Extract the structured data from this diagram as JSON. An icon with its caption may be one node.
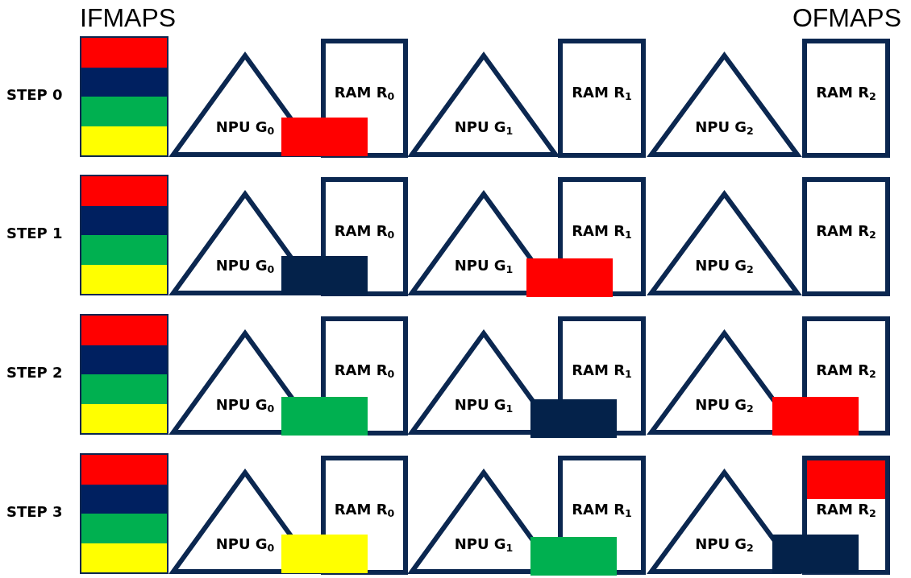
{
  "diagram": {
    "nodes": [
      {
        "text": [
          "NPU G$_{0}$"
        ]
      },
      {
        "text": [
          "RAM R$_{0}$"
        ]
      },
      {
        "text": [
          "NPU G$_{1}$"
        ]
      },
      {
        "text": [
          "RAM R$_{1}$"
        ]
      },
      {
        "text": [
          "NPU G$_{2}$"
        ]
      },
      {
        "text": [
          "RAM R$_{2}$"
        ]
      },
      {
        "text": [
          "NPU G$_{0}$"
        ]
      },
      {
        "text": [
          "RAM R$_{0}$"
        ]
      },
      {
        "text": [
          "NPU G$_{1}$"
        ]
      },
      {
        "text": [
          "RAM R$_{1}$"
        ]
      },
      {
        "text": [
          "NPU G$_{2}$"
        ]
      },
      {
        "text": [
          "RAM R$_{2}$"
        ]
      },
      {
        "text": [
          "NPU G$_{0}$"
        ]
      },
      {
        "text": [
          "RAM R$_{0}$"
        ]
      },
      {
        "text": [
          "NPU G$_{1}$"
        ]
      },
      {
        "text": [
          "RAM R$_{1}$"
        ]
      },
      {
        "text": [
          "NPU G$_{2}$"
        ]
      },
      {
        "text": [
          "RAM R$_{2}$"
        ]
      },
      {
        "text": [
          "NPU G$_{0}$"
        ]
      },
      {
        "text": [
          "RAM R$_{0}$"
        ]
      },
      {
        "text": [
          "NPU G$_{1}$"
        ]
      },
      {
        "text": [
          "RAM R$_{1}$"
        ]
      },
      {
        "text": [
          "NPU G$_{2}$"
        ]
      },
      {
        "text": [
          "RAM R$_{2}$"
        ]
      },
      {
        "text": [],
        "shape": "bar"
      },
      {
        "text": [],
        "shape": "bar"
      },
      {
        "text": [],
        "shape": "bar"
      },
      {
        "text": [],
        "shape": "bar"
      },
      {
        "text": [],
        "shape": "bar"
      },
      {
        "text": [],
        "shape": "bar"
      },
      {
        "text": [],
        "shape": "bar"
      },
      {
        "text": [],
        "shape": "bar"
      },
      {
        "text": [],
        "shape": "bar"
      },
      {
        "text": [],
        "shape": "bar",
        "in": 23
      }
    ],
    "labels": [
      "IFMAPS",
      "OFMAPS",
      "STEP 0",
      "STEP 1",
      "STEP 2",
      "STEP 3"
    ]
  }
}
